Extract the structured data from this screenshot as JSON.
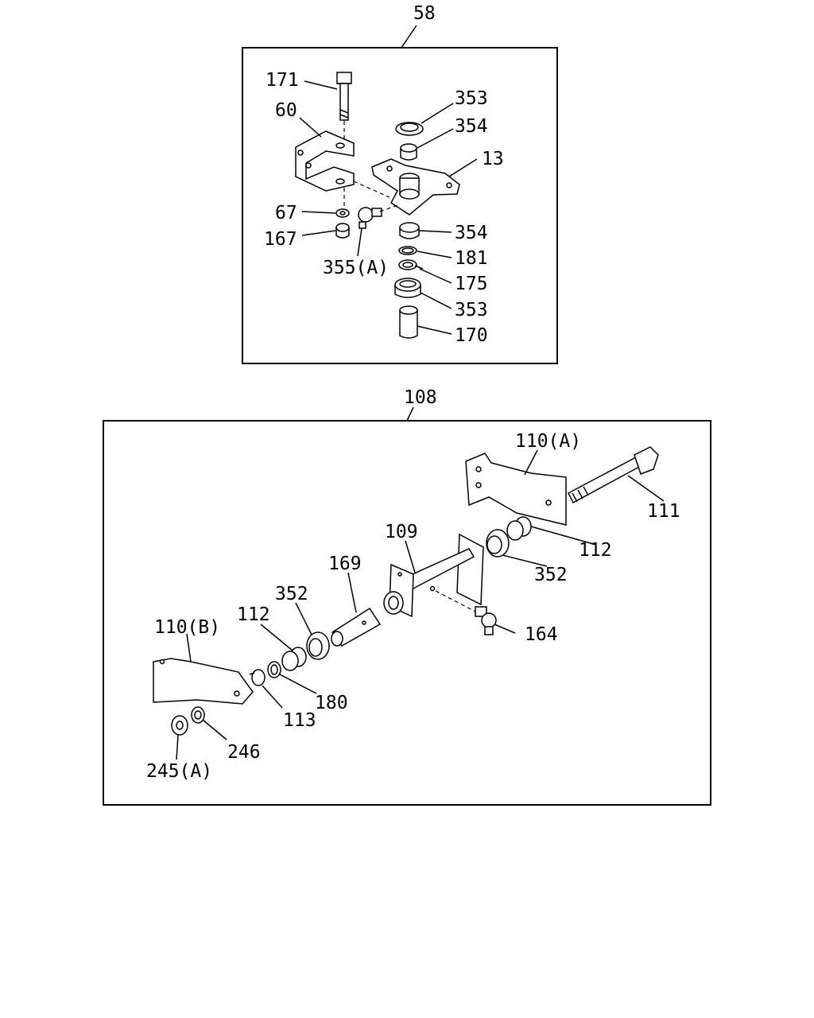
{
  "groups": [
    {
      "id": "58",
      "callouts": [
        "171",
        "60",
        "353",
        "354",
        "13",
        "67",
        "167",
        "355(A)",
        "354",
        "181",
        "175",
        "353",
        "170"
      ]
    },
    {
      "id": "108",
      "callouts": [
        "110(A)",
        "111",
        "109",
        "112",
        "352",
        "169",
        "352",
        "112",
        "164",
        "110(B)",
        "180",
        "113",
        "246",
        "245(A)"
      ]
    }
  ]
}
